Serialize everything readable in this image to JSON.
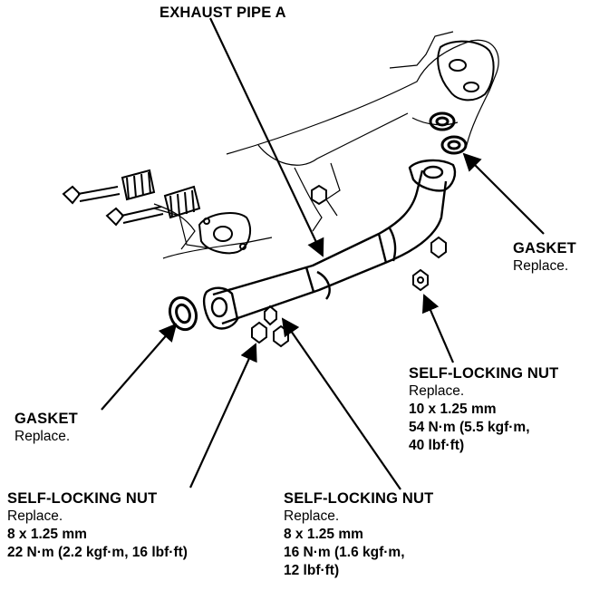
{
  "labels": {
    "exhaust_pipe": {
      "title": "EXHAUST PIPE A"
    },
    "gasket_right": {
      "title": "GASKET",
      "note": "Replace."
    },
    "gasket_left": {
      "title": "GASKET",
      "note": "Replace."
    },
    "nut_right": {
      "title": "SELF-LOCKING NUT",
      "note": "Replace.",
      "size": "10 x 1.25 mm",
      "torque_line1": "54 N·m (5.5 kgf·m,",
      "torque_line2": "40 lbf·ft)"
    },
    "nut_left": {
      "title": "SELF-LOCKING NUT",
      "note": "Replace.",
      "size": "8 x 1.25 mm",
      "torque_line1": "22 N·m (2.2 kgf·m, 16 lbf·ft)"
    },
    "nut_middle": {
      "title": "SELF-LOCKING NUT",
      "note": "Replace.",
      "size": "8 x 1.25 mm",
      "torque_line1": "16 N·m (1.6 kgf·m,",
      "torque_line2": "12 lbf·ft)"
    }
  },
  "colors": {
    "ink": "#000000",
    "background": "#ffffff"
  }
}
